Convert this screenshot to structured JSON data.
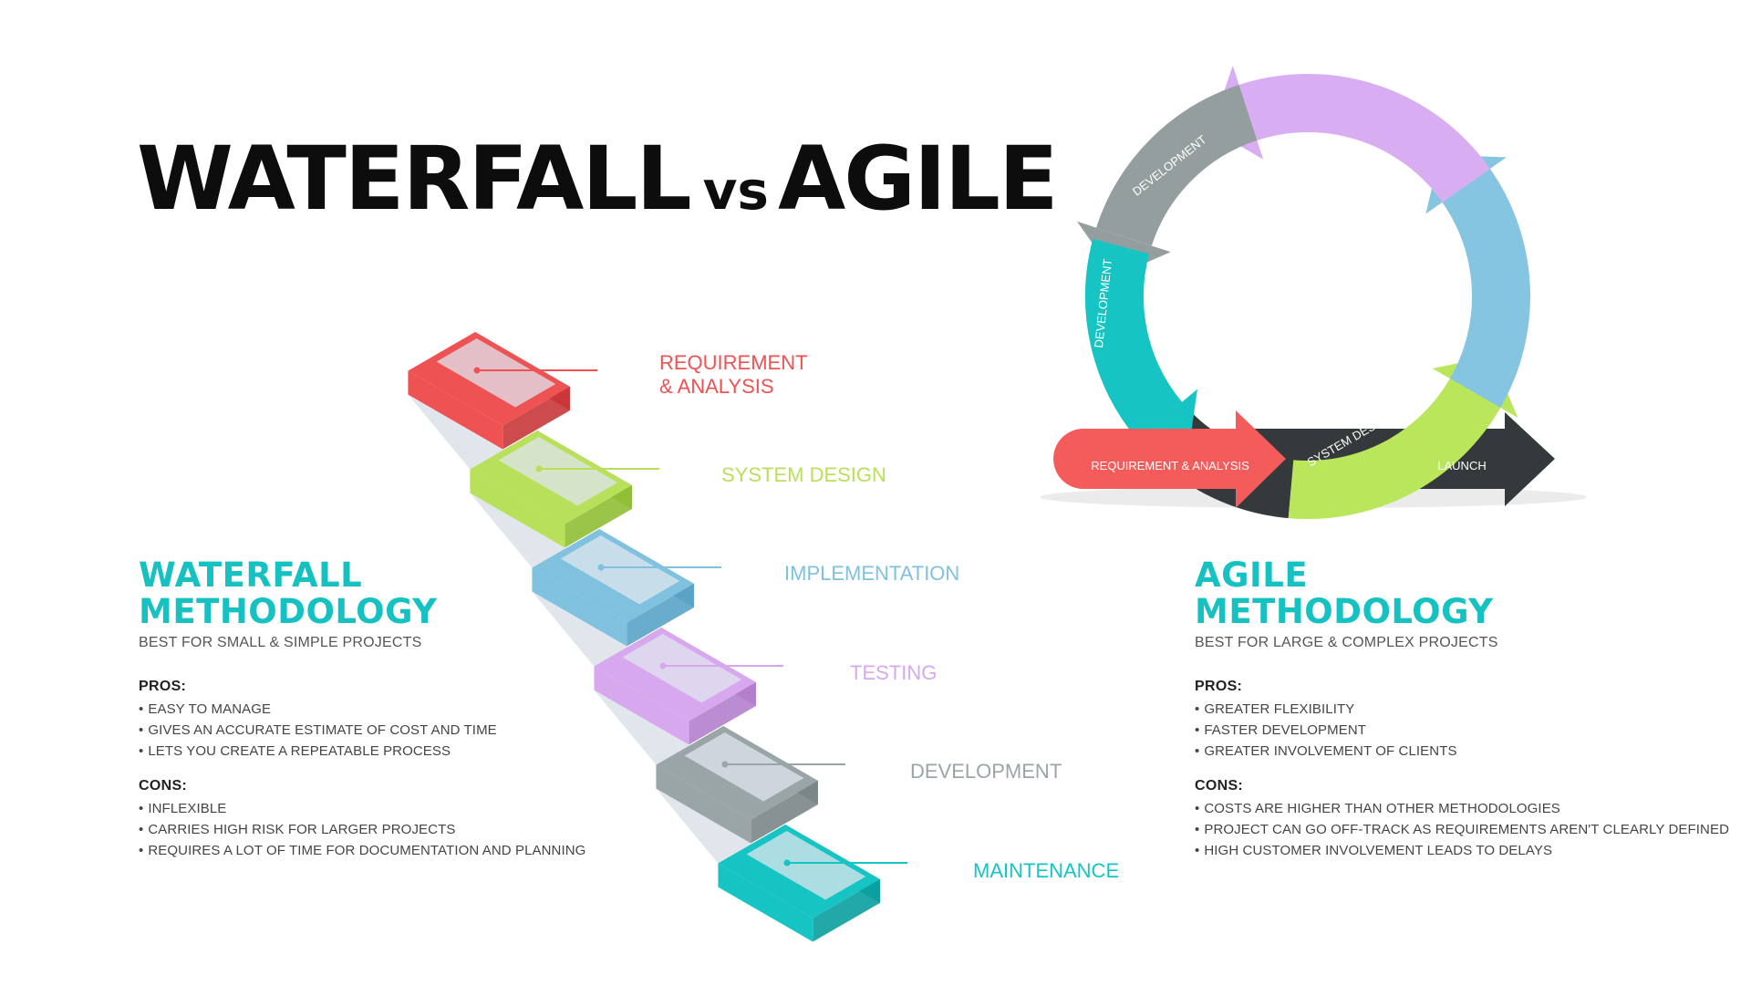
{
  "title": {
    "part1": "WATERFALL",
    "vs": "vs",
    "part2": "AGILE"
  },
  "waterfall": {
    "heading_line1": "WATERFALL",
    "heading_line2": "METHODOLOGY",
    "subtitle": "BEST FOR SMALL & SIMPLE PROJECTS",
    "pros_label": "PROS:",
    "pros": [
      "EASY TO MANAGE",
      "GIVES AN ACCURATE ESTIMATE OF COST AND TIME",
      "LETS YOU CREATE A REPEATABLE PROCESS"
    ],
    "cons_label": "CONS:",
    "cons": [
      "INFLEXIBLE",
      "CARRIES HIGH RISK FOR LARGER PROJECTS",
      "REQUIRES A LOT OF TIME FOR DOCUMENTATION AND PLANNING"
    ],
    "steps": [
      {
        "line1": "REQUIREMENT",
        "line2": "& ANALYSIS",
        "color": "#ee5253",
        "dark": "#c9373a"
      },
      {
        "line1": "SYSTEM DESIGN",
        "line2": "",
        "color": "#b8e05a",
        "dark": "#8fbf34"
      },
      {
        "line1": "IMPLEMENTATION",
        "line2": "",
        "color": "#7fc1de",
        "dark": "#5aa3c5"
      },
      {
        "line1": "TESTING",
        "line2": "",
        "color": "#d8a8ef",
        "dark": "#b27fcc"
      },
      {
        "line1": "DEVELOPMENT",
        "line2": "",
        "color": "#9aa5a8",
        "dark": "#7b8689"
      },
      {
        "line1": "MAINTENANCE",
        "line2": "",
        "color": "#16c4c4",
        "dark": "#0b9e9e"
      }
    ]
  },
  "agile": {
    "heading_line1": "AGILE",
    "heading_line2": "METHODOLOGY",
    "subtitle": "BEST FOR LARGE & COMPLEX PROJECTS",
    "pros_label": "PROS:",
    "pros": [
      "GREATER FLEXIBILITY",
      "FASTER DEVELOPMENT",
      "GREATER INVOLVEMENT OF CLIENTS"
    ],
    "cons_label": "CONS:",
    "cons": [
      "COSTS ARE HIGHER THAN OTHER METHODOLOGIES",
      "PROJECT CAN GO OFF-TRACK AS REQUIREMENTS AREN'T CLEARLY DEFINED",
      "HIGH CUSTOMER INVOLVEMENT LEADS TO DELAYS"
    ],
    "cycle": [
      {
        "label": "REQUIREMENT & ANALYSIS",
        "color": "#f45b5b"
      },
      {
        "label": "SYSTEM DESIGN",
        "color": "#b9e65a"
      },
      {
        "label": "IMPLEMENTATION",
        "color": "#86c5e2"
      },
      {
        "label": "TESTING",
        "color": "#d9adf2"
      },
      {
        "label": "DEVELOPMENT",
        "color": "#959e9f"
      },
      {
        "label": "DEVELOPMENT",
        "color": "#16c4c4"
      },
      {
        "label": "LAUNCH",
        "color": "#343a3b"
      }
    ]
  },
  "colors": {
    "heading": "#16c1c1",
    "title": "#0d0d0d",
    "body": "#444444"
  }
}
